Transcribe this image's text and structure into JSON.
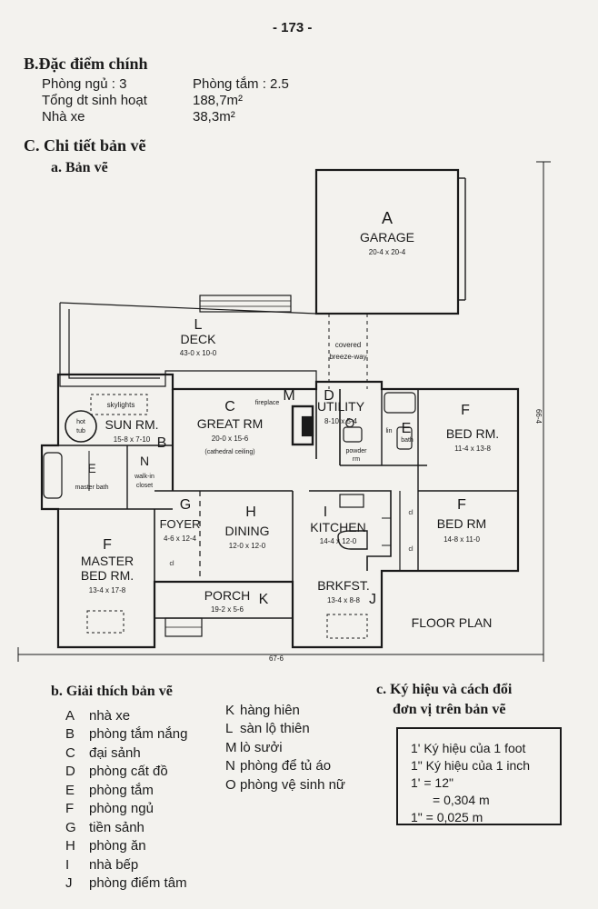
{
  "page_number": "- 173 -",
  "section_b": {
    "title": "B.Đặc điểm chính",
    "rows": [
      {
        "label": "Phòng ngủ : 3",
        "value": "Phòng tắm : 2.5"
      },
      {
        "label": "Tổng dt sinh hoạt",
        "value": "188,7m²"
      },
      {
        "label": "Nhà xe",
        "value": "38,3m²"
      }
    ]
  },
  "section_c": {
    "title": "C. Chi tiết bản vẽ",
    "sub_a": "a. Bản vẽ",
    "sub_b": "b. Giải thích bản vẽ",
    "sub_c_line1": "c. Ký hiệu và cách đổi",
    "sub_c_line2": "đơn vị trên bản vẽ"
  },
  "plan": {
    "garage": {
      "letter": "A",
      "name": "GARAGE",
      "dim": "20-4 x 20-4"
    },
    "deck": {
      "letter": "L",
      "name": "DECK",
      "dim": "43-0 x 10-0"
    },
    "covered": "covered",
    "breezeway": "breeze-way",
    "sun": {
      "letter": "B",
      "name": "SUN RM.",
      "dim": "15-8 x 7-10",
      "skylights": "skylights",
      "hot": "hot",
      "tub": "tub"
    },
    "great": {
      "letter": "C",
      "name": "GREAT RM",
      "dim": "20-0 x 15-6",
      "note": "(cathedral ceiling)"
    },
    "fireplace": {
      "letter": "M",
      "label": "fireplace"
    },
    "utility": {
      "letter": "D",
      "name": "UTILITY",
      "dim": "8-10 x 5-4"
    },
    "powder": {
      "letter": "O",
      "line1": "powder",
      "line2": "rm"
    },
    "bath": {
      "letter": "E",
      "label": "bath",
      "lin": "lin"
    },
    "bed1": {
      "letter": "F",
      "name": "BED RM.",
      "dim": "11-4 x 13-8"
    },
    "bed2": {
      "letter": "F",
      "name": "BED RM",
      "dim": "14-8 x 11-0"
    },
    "master_bath": {
      "letter": "E",
      "label": "master bath"
    },
    "closet": {
      "letter": "N",
      "line1": "walk-in",
      "line2": "closet"
    },
    "master": {
      "letter": "F",
      "line1": "MASTER",
      "line2": "BED RM.",
      "dim": "13-4 x 17-8"
    },
    "foyer": {
      "letter": "G",
      "name": "FOYER",
      "dim": "4-6 x 12-4"
    },
    "dining": {
      "letter": "H",
      "name": "DINING",
      "dim": "12-0 x 12-0"
    },
    "kitchen": {
      "letter": "I",
      "name": "KITCHEN",
      "dim": "14-4 x 12-0"
    },
    "porch": {
      "letter": "K",
      "name": "PORCH",
      "dim": "19-2 x 5-6"
    },
    "brkfst": {
      "letter": "J",
      "name": "BRKFST.",
      "dim": "13-4 x 8-8"
    },
    "floor_plan": "FLOOR PLAN",
    "cl": "cl",
    "dim_width": "67-6",
    "dim_depth": "66-4"
  },
  "legend": [
    {
      "key": "A",
      "text": "nhà xe"
    },
    {
      "key": "B",
      "text": "phòng tắm nắng"
    },
    {
      "key": "C",
      "text": "đại sảnh"
    },
    {
      "key": "D",
      "text": "phòng cất đồ"
    },
    {
      "key": "E",
      "text": "phòng tắm"
    },
    {
      "key": "F",
      "text": "phòng ngủ"
    },
    {
      "key": "G",
      "text": "tiền sảnh"
    },
    {
      "key": "H",
      "text": "phòng ăn"
    },
    {
      "key": "I",
      "text": "nhà bếp"
    },
    {
      "key": "J",
      "text": "phòng điểm tâm"
    },
    {
      "key": "K",
      "text": "hàng hiên"
    },
    {
      "key": "L",
      "text": "sàn lộ thiên"
    },
    {
      "key": "M",
      "text": "lò sưởi"
    },
    {
      "key": "N",
      "text": "phòng để tủ áo"
    },
    {
      "key": "O",
      "text": "phòng vệ sinh nữ"
    }
  ],
  "conversions": [
    "1' Ký hiệu của 1 foot",
    "1\" Ký hiệu của 1 inch",
    "1' = 12\"",
    "= 0,304 m",
    "1\" = 0,025 m"
  ]
}
